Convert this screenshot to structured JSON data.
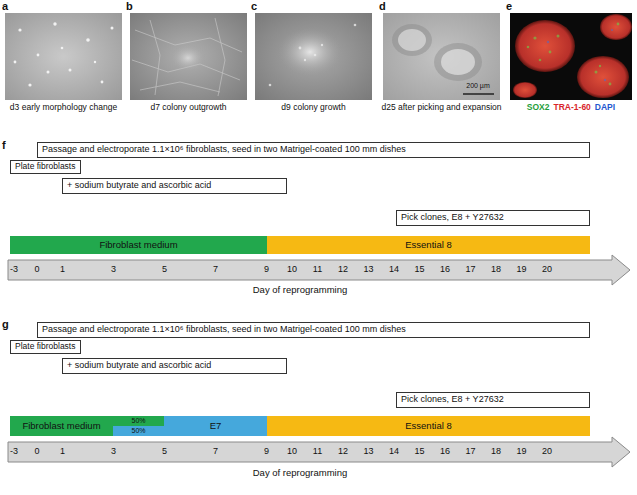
{
  "diagram": {
    "nodes": [
      {
        "text": [
          "Passage and electroporate 1.1×10⁶ fibroblasts, seed in two Matrigel-coated 100 mm dishes"
        ]
      },
      {
        "text": [
          "Plate fibroblasts"
        ]
      },
      {
        "text": [
          "+ sodium butyrate and ascorbic acid"
        ]
      },
      {
        "text": [
          "Pick clones, E8 + Y27632"
        ]
      },
      {
        "text": [
          "Fibroblast medium"
        ]
      },
      {
        "text": [
          "Essential 8"
        ]
      },
      {
        "text": [
          "Passage and electroporate 1.1×10⁶ fibroblasts, seed in two Matrigel-coated 100 mm dishes"
        ]
      },
      {
        "text": [
          "Plate fibroblasts"
        ]
      },
      {
        "text": [
          "+ sodium butyrate and ascorbic acid"
        ]
      },
      {
        "text": [
          "Pick clones, E8 + Y27632"
        ]
      },
      {
        "text": [
          "Fibroblast medium"
        ]
      },
      {
        "text": [
          "50%"
        ]
      },
      {
        "text": [
          "50%"
        ]
      },
      {
        "text": [
          "E7"
        ]
      },
      {
        "text": [
          "Essential 8"
        ]
      }
    ],
    "labels": [
      "a",
      "b",
      "c",
      "d",
      "e",
      "d3 early morphology change",
      "d7 colony outgrowth",
      "d9 colony growth",
      "d25 after picking and expansion",
      "200 µm",
      "SOX2",
      "TRA-1-60",
      "DAPI",
      "f",
      "-3",
      "0",
      "1",
      "3",
      "5",
      "7",
      "9",
      "10",
      "11",
      "12",
      "13",
      "14",
      "15",
      "16",
      "17",
      "18",
      "19",
      "20",
      "Day of reprogramming",
      "g",
      "-3",
      "0",
      "1",
      "3",
      "5",
      "7",
      "9",
      "10",
      "11",
      "12",
      "13",
      "14",
      "15",
      "16",
      "17",
      "18",
      "19",
      "20",
      "Day of reprogramming"
    ]
  }
}
